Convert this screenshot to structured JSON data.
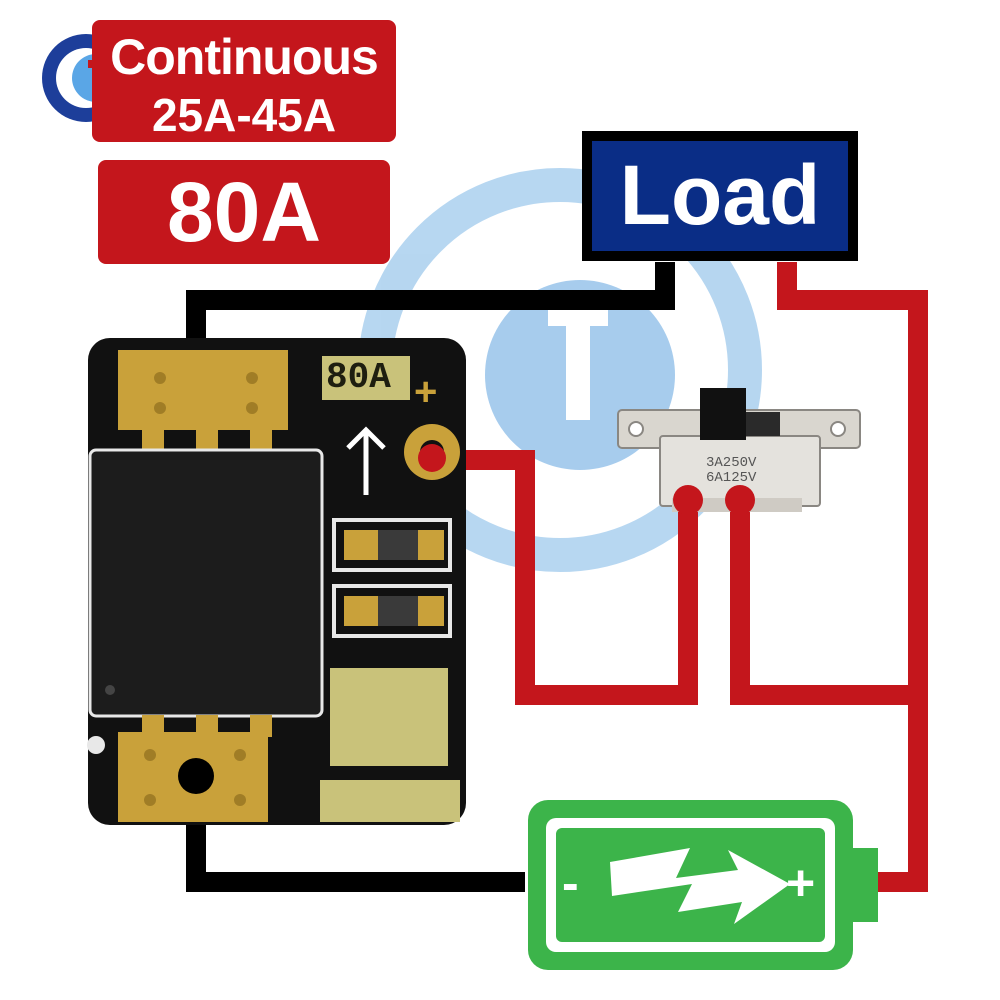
{
  "labels": {
    "continuous_line1": "Continuous",
    "continuous_line2": "25A-45A",
    "peak": "80A",
    "load": "Load"
  },
  "pcb": {
    "marking": "80A",
    "plus_mark": "+",
    "arrow_icon": "up-arrow-icon"
  },
  "switch": {
    "rating_line1": "3A250V",
    "rating_line2": "6A125V"
  },
  "battery": {
    "minus": "-",
    "plus": "+",
    "icon": "charging-bolt-icon"
  },
  "colors": {
    "label_red": "#c4161c",
    "load_blue": "#0a2d86",
    "wire_red": "#c4161c",
    "wire_black": "#000000",
    "battery_green": "#3cb44a",
    "pcb_gold": "#c9a13a",
    "pcb_black": "#111111"
  }
}
